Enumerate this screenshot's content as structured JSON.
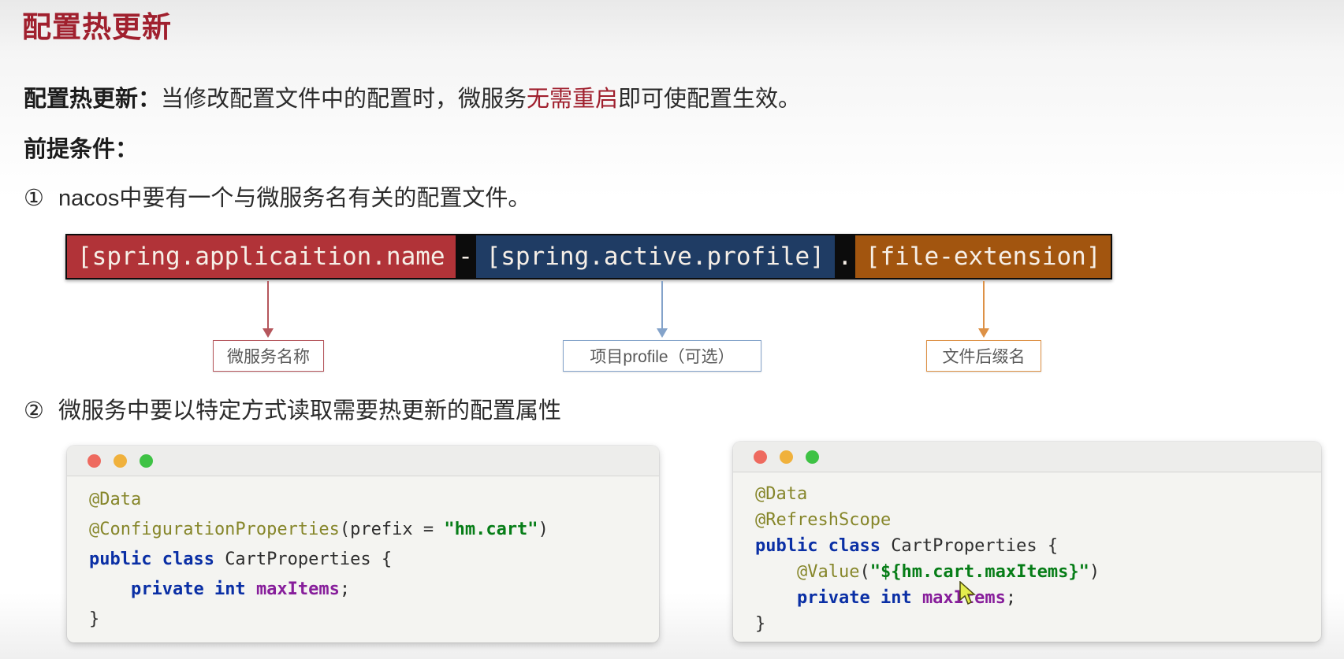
{
  "slide": {
    "title": "配置热更新",
    "definition": {
      "label": "配置热更新：",
      "pre": "当修改配置文件中的配置时，微服务",
      "highlight": "无需重启",
      "post": "即可使配置生效。"
    },
    "precondition_label": "前提条件：",
    "steps": [
      {
        "num": "①",
        "text": "nacos中要有一个与微服务名有关的配置文件。"
      },
      {
        "num": "②",
        "text": "微服务中要以特定方式读取需要热更新的配置属性"
      }
    ]
  },
  "colors": {
    "title_red": "#a0202e",
    "highlight_red": "#a0202e"
  },
  "file_pattern": {
    "segments": [
      {
        "kind": "part",
        "text": "[spring.applicaition.name",
        "bg": "#b13338",
        "fg": "#f6efe7"
      },
      {
        "kind": "sep",
        "text": "-",
        "bg": "#0c0c0c",
        "fg": "#f6efe7"
      },
      {
        "kind": "part",
        "text": "[spring.active.profile]",
        "bg": "#1f3c64",
        "fg": "#f6efe7"
      },
      {
        "kind": "sep",
        "text": ".",
        "bg": "#0c0c0c",
        "fg": "#f6efe7"
      },
      {
        "kind": "part",
        "text": "[file-extension]",
        "bg": "#a2550f",
        "fg": "#f6efe7"
      }
    ],
    "callouts": [
      {
        "label": "微服务名称",
        "color": "#b5565c"
      },
      {
        "label": "项目profile（可选）",
        "color": "#84a3ca"
      },
      {
        "label": "文件后缀名",
        "color": "#dd9146"
      }
    ]
  },
  "chrome": {
    "lights": [
      "#ee6a5f",
      "#f0b13c",
      "#3ec244"
    ]
  },
  "cursor": {
    "fill": "#e4ec4e",
    "stroke": "#4a4a10"
  },
  "code_windows": [
    {
      "lines": [
        [
          {
            "t": "@Data",
            "c": "ann"
          }
        ],
        [
          {
            "t": "@ConfigurationProperties",
            "c": "ann"
          },
          {
            "t": "(prefix = ",
            "c": "plain"
          },
          {
            "t": "\"hm.cart\"",
            "c": "str"
          },
          {
            "t": ")",
            "c": "plain"
          }
        ],
        [
          {
            "t": "public class ",
            "c": "kw"
          },
          {
            "t": "CartProperties {",
            "c": "plain"
          }
        ],
        [
          {
            "t": "    ",
            "c": "plain"
          },
          {
            "t": "private int ",
            "c": "kw"
          },
          {
            "t": "maxItems",
            "c": "field"
          },
          {
            "t": ";",
            "c": "plain"
          }
        ],
        [
          {
            "t": "}",
            "c": "plain"
          }
        ]
      ]
    },
    {
      "lines": [
        [
          {
            "t": "@Data",
            "c": "ann"
          }
        ],
        [
          {
            "t": "@RefreshScope",
            "c": "ann"
          }
        ],
        [
          {
            "t": "public class ",
            "c": "kw"
          },
          {
            "t": "CartProperties {",
            "c": "plain"
          }
        ],
        [
          {
            "t": "    ",
            "c": "plain"
          },
          {
            "t": "@Value",
            "c": "ann"
          },
          {
            "t": "(",
            "c": "plain"
          },
          {
            "t": "\"${hm.cart.maxItems}\"",
            "c": "str"
          },
          {
            "t": ")",
            "c": "plain"
          }
        ],
        [
          {
            "t": "    ",
            "c": "plain"
          },
          {
            "t": "private int ",
            "c": "kw"
          },
          {
            "t": "maxItems",
            "c": "field"
          },
          {
            "t": ";",
            "c": "plain"
          }
        ],
        [
          {
            "t": "}",
            "c": "plain"
          }
        ]
      ]
    }
  ]
}
